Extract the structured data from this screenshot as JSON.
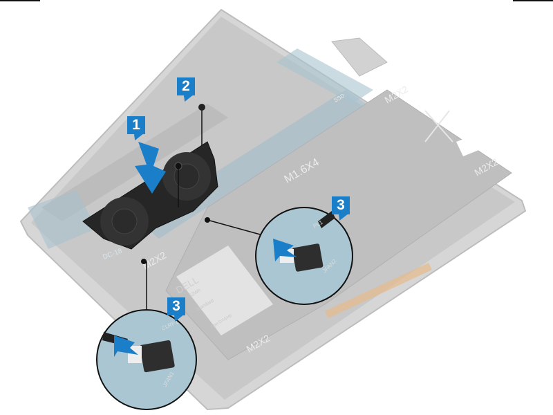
{
  "figure": {
    "subject": "Laptop system fan removal",
    "callouts": [
      {
        "id": "callout-1",
        "label": "1",
        "meaning": "lift fan off palm-rest assembly"
      },
      {
        "id": "callout-2",
        "label": "2",
        "meaning": "remove screws"
      },
      {
        "id": "callout-3a",
        "label": "3",
        "meaning": "disconnect fan cable (right connector)"
      },
      {
        "id": "callout-3b",
        "label": "3",
        "meaning": "disconnect fan cable (left connector)"
      }
    ],
    "board_labels": {
      "screw_m1_6x4": "M1.6X4",
      "screw_m2x2_top": "M2X2",
      "screw_m2x2_right": "M2X2",
      "screw_m2x2_bottom": "M2X2",
      "screw_m2x2_left": "M2X2",
      "ssd": "SSD",
      "battery_brand": "DELL",
      "battery_wh": "52Wh",
      "battery_standard": "Standard",
      "battery_type": "Type:DXGH8",
      "battery_caution": "CAUTION",
      "battery_precaution": "PRECAUTION",
      "battery_vorsicht": "VORSICHT",
      "fan_connector_right": "JFAN2",
      "fan_connector_left": "JFAN1",
      "clrp": "CLRP1",
      "pl1": "PL1",
      "dc18": "DC-18"
    },
    "colors": {
      "callout_blue": "#1a7fc8",
      "chassis_gray": "#c9c9c9",
      "board_blue": "#8fb4c4",
      "fan_black": "#262626",
      "background": "#ffffff"
    }
  }
}
